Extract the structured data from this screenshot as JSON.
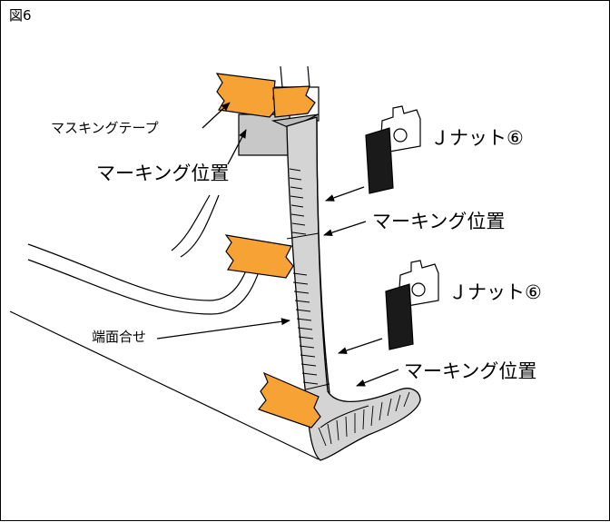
{
  "figure": {
    "label": "図6"
  },
  "labels": {
    "masking_tape": "マスキングテープ",
    "marking_position_1": "マーキング位置",
    "marking_position_2": "マーキング位置",
    "marking_position_3": "マーキング位置",
    "j_nut_1": "Ｊナット⑥",
    "j_nut_2": "Ｊナット⑥",
    "edge_alignment": "端面合せ"
  },
  "colors": {
    "tape": "#f7a235",
    "panel_fill": "#d4d4d4",
    "panel_shadow": "#bdbdbd",
    "nut_body": "#1a1a1a",
    "line": "#000000"
  }
}
